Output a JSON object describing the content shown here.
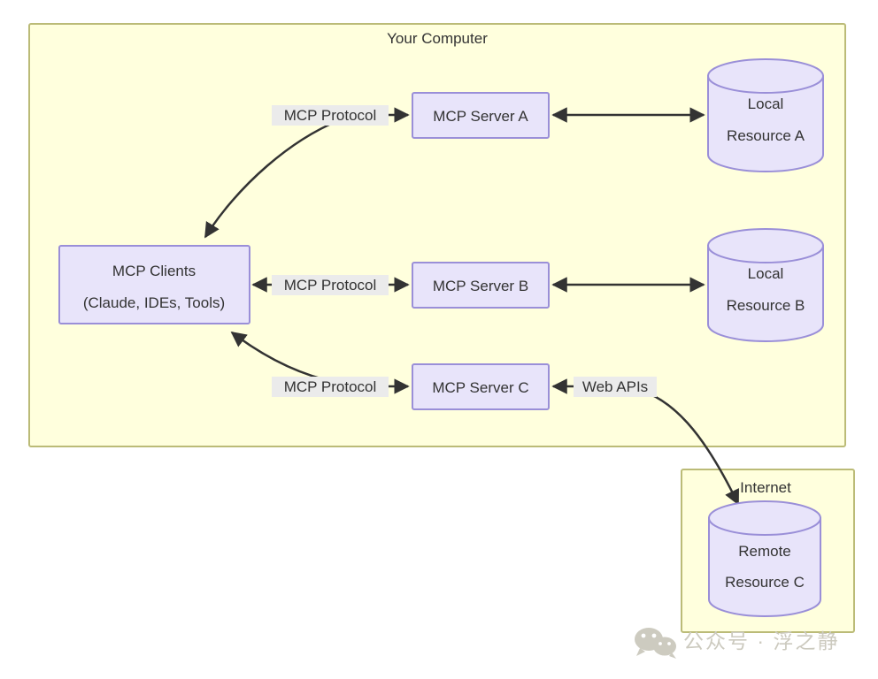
{
  "diagram": {
    "type": "flowchart",
    "groups": [
      {
        "id": "your-computer",
        "label": "Your Computer",
        "fill": "#ffffdd",
        "stroke": "#bbbb77"
      },
      {
        "id": "internet",
        "label": "Internet",
        "fill": "#ffffdd",
        "stroke": "#bbbb77"
      }
    ],
    "nodes": [
      {
        "id": "mcp-clients",
        "shape": "rect",
        "line1": "MCP Clients",
        "line2": "(Claude, IDEs, Tools)",
        "fill": "#e8e4fa",
        "stroke": "#9a8fd8"
      },
      {
        "id": "mcp-server-a",
        "shape": "rect",
        "line1": "MCP Server A",
        "line2": "",
        "fill": "#e8e4fa",
        "stroke": "#9a8fd8"
      },
      {
        "id": "mcp-server-b",
        "shape": "rect",
        "line1": "MCP Server B",
        "line2": "",
        "fill": "#e8e4fa",
        "stroke": "#9a8fd8"
      },
      {
        "id": "mcp-server-c",
        "shape": "rect",
        "line1": "MCP Server C",
        "line2": "",
        "fill": "#e8e4fa",
        "stroke": "#9a8fd8"
      },
      {
        "id": "local-resource-a",
        "shape": "cylinder",
        "line1": "Local",
        "line2": "Resource A",
        "fill": "#e8e4fa",
        "stroke": "#9a8fd8"
      },
      {
        "id": "local-resource-b",
        "shape": "cylinder",
        "line1": "Local",
        "line2": "Resource B",
        "fill": "#e8e4fa",
        "stroke": "#9a8fd8"
      },
      {
        "id": "remote-resource-c",
        "shape": "cylinder",
        "line1": "Remote",
        "line2": "Resource C",
        "fill": "#e8e4fa",
        "stroke": "#9a8fd8"
      }
    ],
    "edges": [
      {
        "id": "clients-server-a",
        "label": "MCP Protocol",
        "from": "mcp-server-a",
        "to": "mcp-clients",
        "style": "curved",
        "arrows": "both"
      },
      {
        "id": "clients-server-b",
        "label": "MCP Protocol",
        "from": "mcp-clients",
        "to": "mcp-server-b",
        "style": "straight",
        "arrows": "both"
      },
      {
        "id": "clients-server-c",
        "label": "MCP Protocol",
        "from": "mcp-server-c",
        "to": "mcp-clients",
        "style": "curved",
        "arrows": "both"
      },
      {
        "id": "server-a-resource-a",
        "label": "",
        "from": "mcp-server-a",
        "to": "local-resource-a",
        "style": "straight",
        "arrows": "both"
      },
      {
        "id": "server-b-resource-b",
        "label": "",
        "from": "mcp-server-b",
        "to": "local-resource-b",
        "style": "straight",
        "arrows": "both"
      },
      {
        "id": "server-c-remote",
        "label": "Web APIs",
        "from": "remote-resource-c",
        "to": "mcp-server-c",
        "style": "curved",
        "arrows": "both"
      }
    ],
    "edge_label_bg": "#ebebeb",
    "edge_color": "#333333"
  },
  "watermark": {
    "icon": "wechat-icon",
    "text": "公众号 · 浮之静"
  }
}
